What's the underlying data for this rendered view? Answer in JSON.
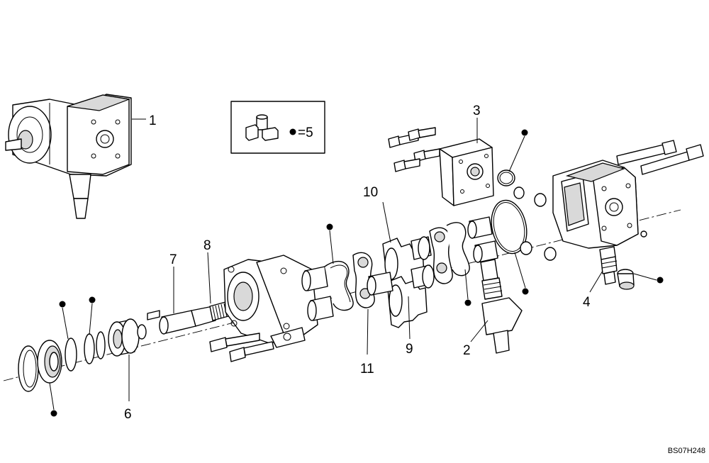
{
  "callouts": {
    "c1": "1",
    "c2": "2",
    "c3": "3",
    "c4": "4",
    "c6": "6",
    "c7": "7",
    "c8": "8",
    "c9": "9",
    "c10": "10",
    "c11": "11"
  },
  "legend": {
    "text": "=5"
  },
  "drawing_ref": "BS07H248"
}
